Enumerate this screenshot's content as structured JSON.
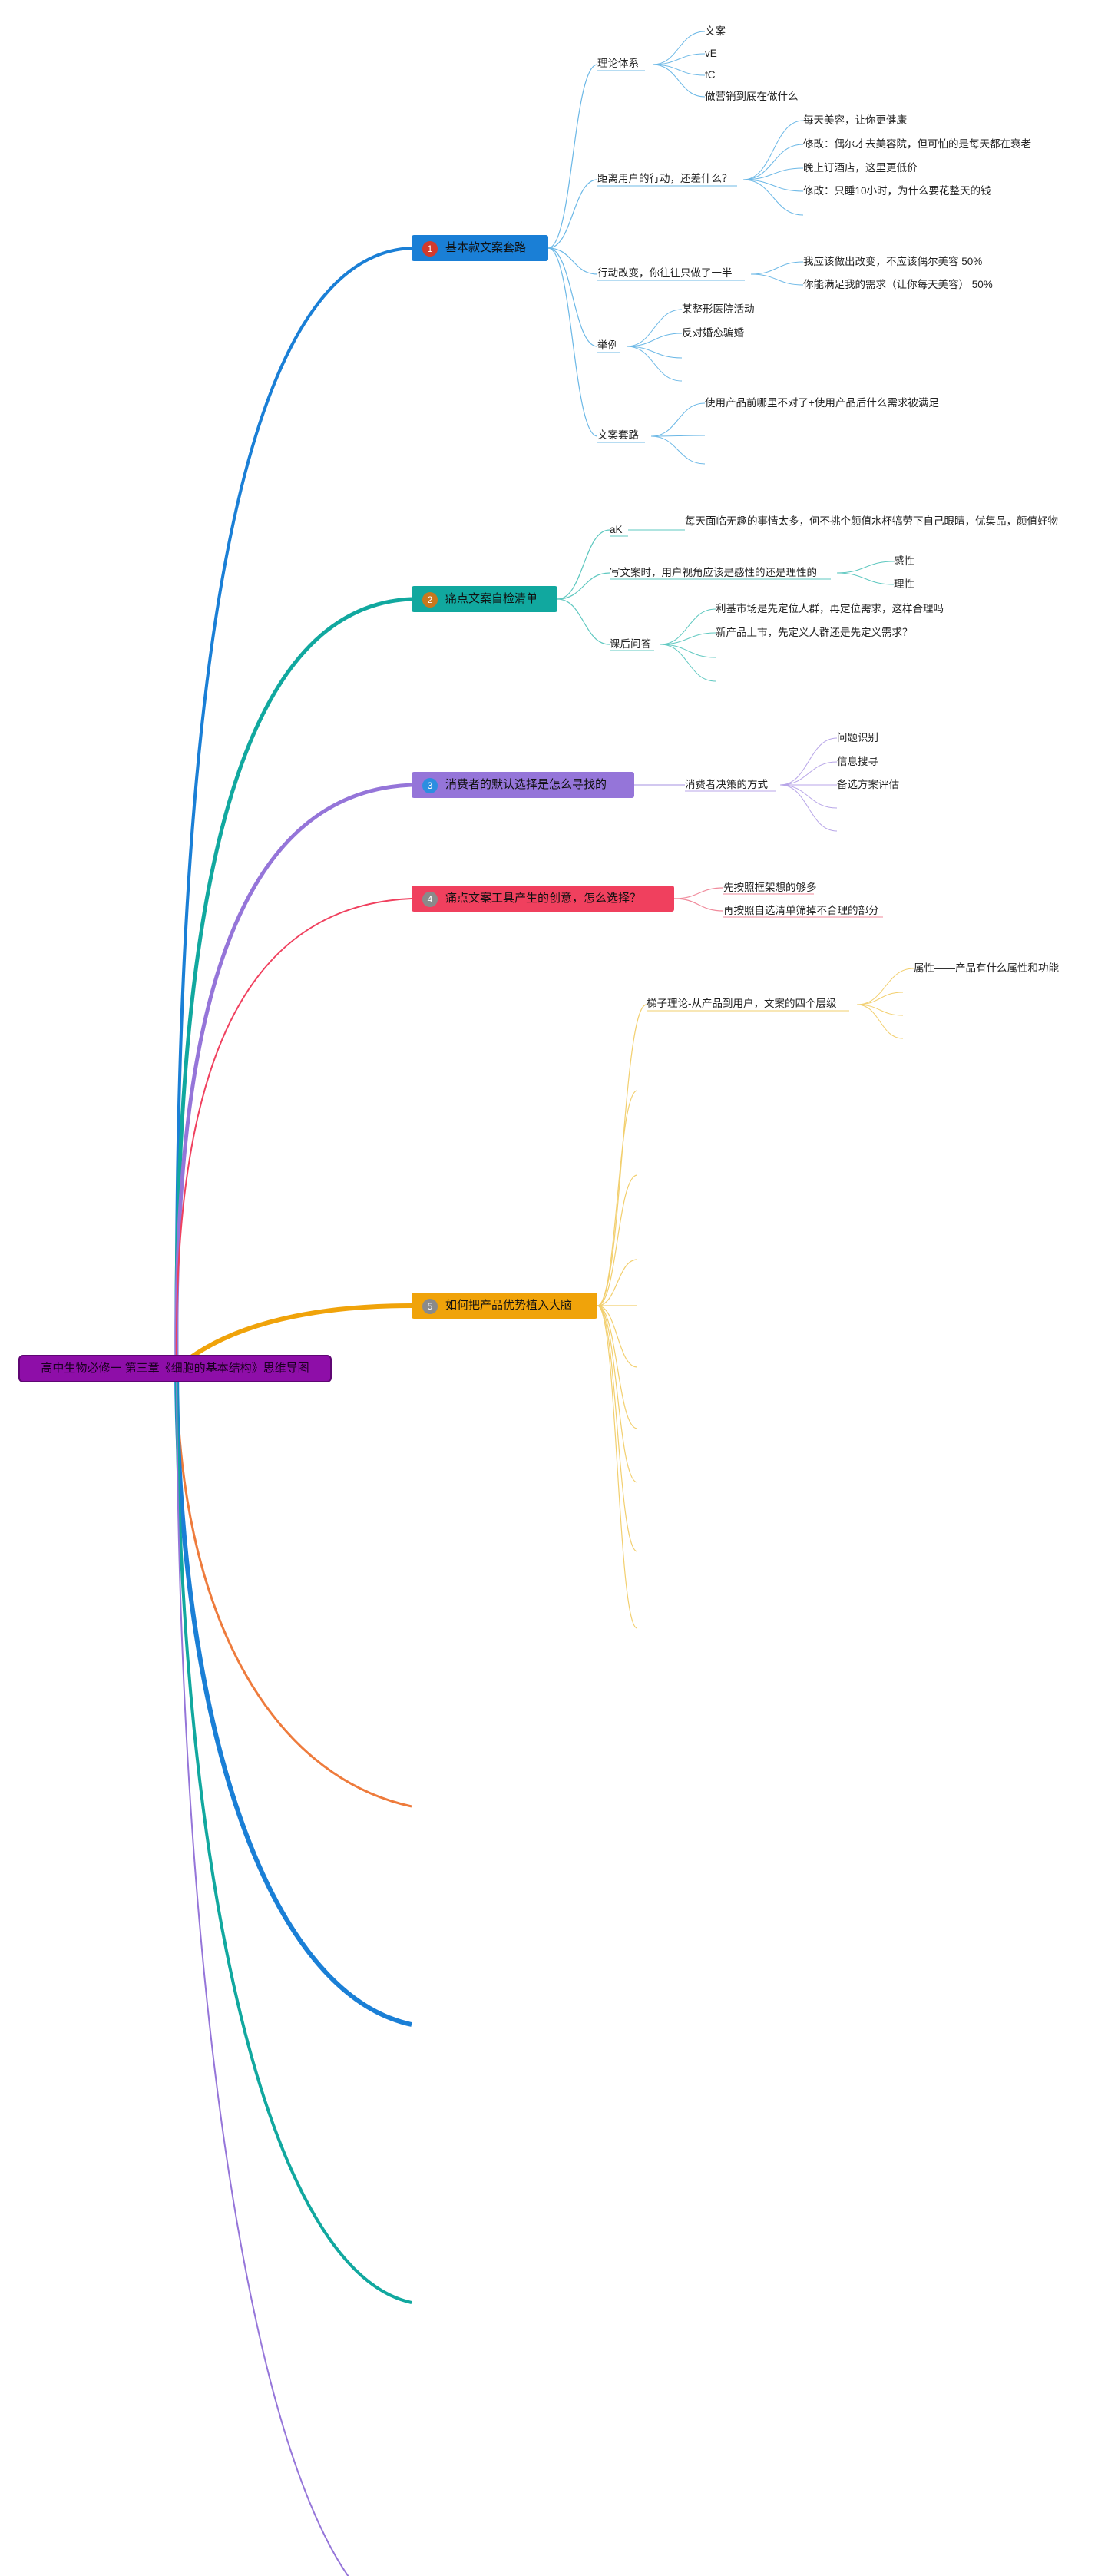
{
  "colors": {
    "root_bg": "#8e0ea8",
    "branch1": "#1a7fd6",
    "branch2": "#11a89f",
    "branch3": "#9575d9",
    "branch4": "#f0405e",
    "branch5": "#f0a30a",
    "empty_orange": "#ee7b3c",
    "empty_blue": "#1a7fd6",
    "empty_teal": "#11a89f",
    "empty_purple": "#9575d9",
    "sub_blue": "#6cb8e6",
    "sub_teal": "#5fc8c0",
    "sub_purple": "#b8a6e8",
    "sub_red": "#f08a9b",
    "sub_yellow": "#f2cf6e"
  },
  "root": {
    "label": "高中生物必修一 第三章《细胞的基本结构》思维导图"
  },
  "branches": [
    {
      "label": "基本款文案套路",
      "icon_num": "1",
      "children": [
        {
          "label": "理论体系",
          "children": [
            "文案",
            "vE",
            "fC",
            "做营销到底在做什么"
          ]
        },
        {
          "label": "距离用户的行动，还差什么？",
          "children": [
            "每天美容，让你更健康",
            "修改：偶尔才去美容院，但可怕的是每天都在衰老",
            "晚上订酒店，这里更低价",
            "修改：只睡10小时，为什么要花整天的钱"
          ]
        },
        {
          "label": "行动改变，你往往只做了一半",
          "children": [
            "我应该做出改变，不应该偶尔美容 50%",
            "你能满足我的需求（让你每天美容） 50%"
          ]
        },
        {
          "label": "举例",
          "children": [
            "某整形医院活动",
            "反对婚恋骗婚"
          ]
        },
        {
          "label": "文案套路",
          "children": [
            "使用产品前哪里不对了+使用产品后什么需求被满足"
          ]
        }
      ]
    },
    {
      "label": "痛点文案自检清单",
      "icon_num": "2",
      "children": [
        {
          "label": "aK",
          "children": [
            "每天面临无趣的事情太多，何不挑个颜值水杯犒劳下自己眼睛，优集品，颜值好物"
          ]
        },
        {
          "label": "写文案时，用户视角应该是感性的还是理性的",
          "children": [
            "感性",
            "理性"
          ]
        },
        {
          "label": "课后问答",
          "children": [
            "利基市场是先定位人群，再定位需求，这样合理吗",
            "新产品上市，先定义人群还是先定义需求？"
          ]
        }
      ]
    },
    {
      "label": "消费者的默认选择是怎么寻找的",
      "icon_num": "3",
      "children": [
        {
          "label": "消费者决策的方式",
          "children": [
            "问题识别",
            "信息搜寻",
            "备选方案评估"
          ]
        }
      ]
    },
    {
      "label": "痛点文案工具产生的创意，怎么选择？",
      "icon_num": "4",
      "children": [
        {
          "label": "先按照框架想的够多"
        },
        {
          "label": "再按照自选清单筛掉不合理的部分"
        }
      ]
    },
    {
      "label": "如何把产品优势植入大脑",
      "icon_num": "5",
      "children": [
        {
          "label": "梯子理论-从产品到用户，文案的四个层级",
          "children": [
            "属性——产品有什么属性和功能"
          ]
        }
      ]
    }
  ]
}
